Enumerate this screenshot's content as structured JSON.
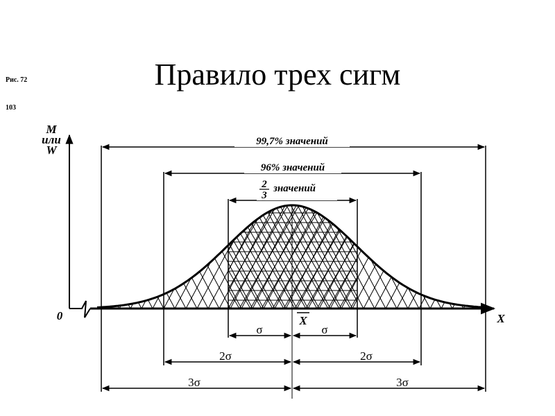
{
  "slide": {
    "title": "Правило трех сигм",
    "figure_ref": "Рис. 72",
    "page_number": "103"
  },
  "diagram": {
    "y_axis_label": [
      "M",
      "или",
      "W"
    ],
    "x_axis_label": "X",
    "origin_label": "0",
    "mean_label": "X",
    "ranges": {
      "three_sigma": "99,7% значений",
      "two_sigma": "96% значений",
      "one_sigma_fraction": {
        "numerator": "2",
        "denominator": "3"
      },
      "one_sigma_text": "значений"
    },
    "intervals": {
      "sigma_left": "σ",
      "sigma_right": "σ",
      "two_sigma_left": "2σ",
      "two_sigma_right": "2σ",
      "three_sigma_left": "3σ",
      "three_sigma_right": "3σ"
    }
  }
}
